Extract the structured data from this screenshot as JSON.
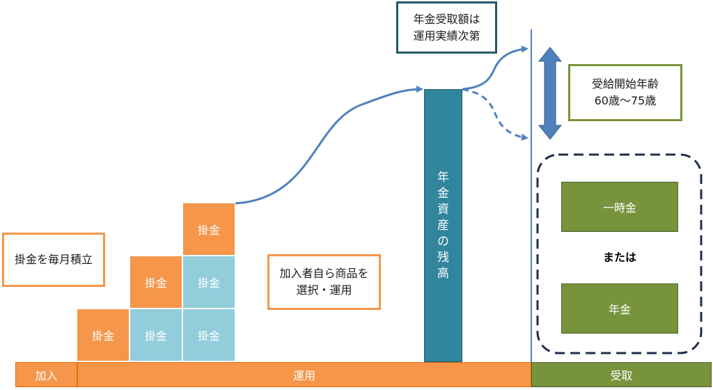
{
  "blocks": {
    "label_kakekin": "掛金"
  },
  "notes": {
    "monthly": "掛金を毎月積立",
    "self_select": [
      "加入者自ら商品を",
      "選択・運用"
    ],
    "depends": [
      "年金受取額は",
      "運用実績次第"
    ],
    "start_age": [
      "受給開始年齢",
      "60歳～75歳"
    ]
  },
  "tower": {
    "chars": [
      "年",
      "金",
      "資",
      "産",
      "の",
      "残",
      "高"
    ]
  },
  "payout": {
    "lump_sum": "一時金",
    "or": "または",
    "pension": "年金"
  },
  "phases": {
    "join": "加入",
    "operate": "運用",
    "receive": "受取"
  },
  "colors": {
    "orange": "#f5964a",
    "light_blue": "#92cddc",
    "teal": "#31859c",
    "green": "#77933c",
    "arrow_blue": "#4f81bd",
    "dark_navy": "#1f2d4d"
  }
}
